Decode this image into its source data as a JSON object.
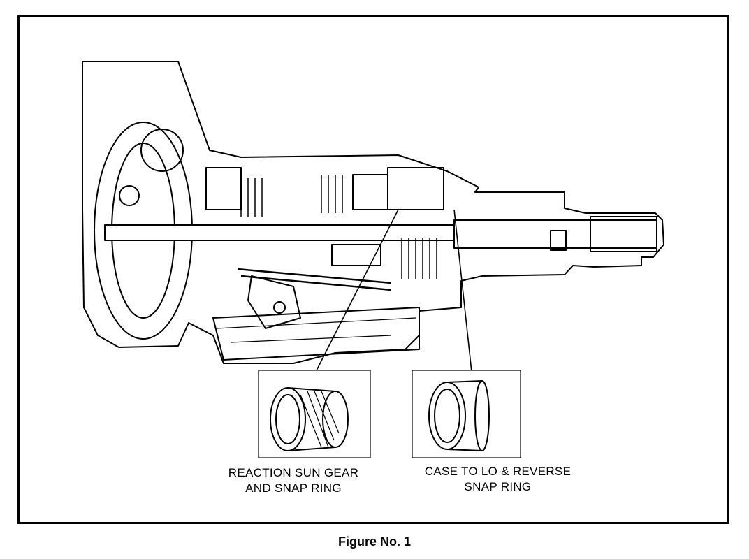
{
  "callouts": {
    "sun_gear": "REACTION SUN GEAR\nAND SNAP RING",
    "snap_ring": "CASE TO LO & REVERSE\nSNAP RING"
  },
  "caption": "Figure No. 1"
}
